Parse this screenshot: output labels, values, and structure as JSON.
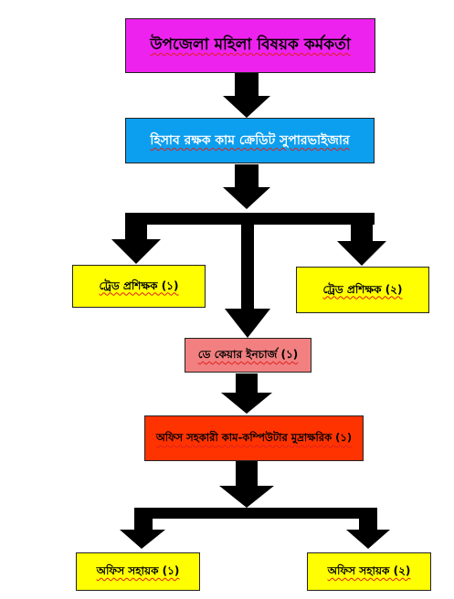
{
  "nodes": {
    "upazila_officer": {
      "label": "উপজেলা মহিলা বিষয়ক কর্মকর্তা",
      "color": "#ee22ee"
    },
    "accountant": {
      "label": "হিসাব রক্ষক কাম ক্রেডিট সুপারভাইজার",
      "color": "#0d9fef"
    },
    "trade_instructor_1": {
      "label": "ট্রেড প্রশিক্ষক (১)",
      "color": "#ffff00"
    },
    "trade_instructor_2": {
      "label": "ট্রেড প্রশিক্ষক (২)",
      "color": "#ffff00"
    },
    "daycare_incharge": {
      "label": "ডে কেয়ার ইনচার্জ (১)",
      "color": "#f28080"
    },
    "office_assistant_typist": {
      "label": "অফিস সহকারী কাম-কম্পিউটার মুদ্রাক্ষরিক (১)",
      "color": "#ff3300"
    },
    "office_helper_1": {
      "label": "অফিস সহায়ক (১)",
      "color": "#ffff00"
    },
    "office_helper_2": {
      "label": "অফিস সহায়ক (২)",
      "color": "#ffff00"
    }
  },
  "connector_color": "#000000"
}
